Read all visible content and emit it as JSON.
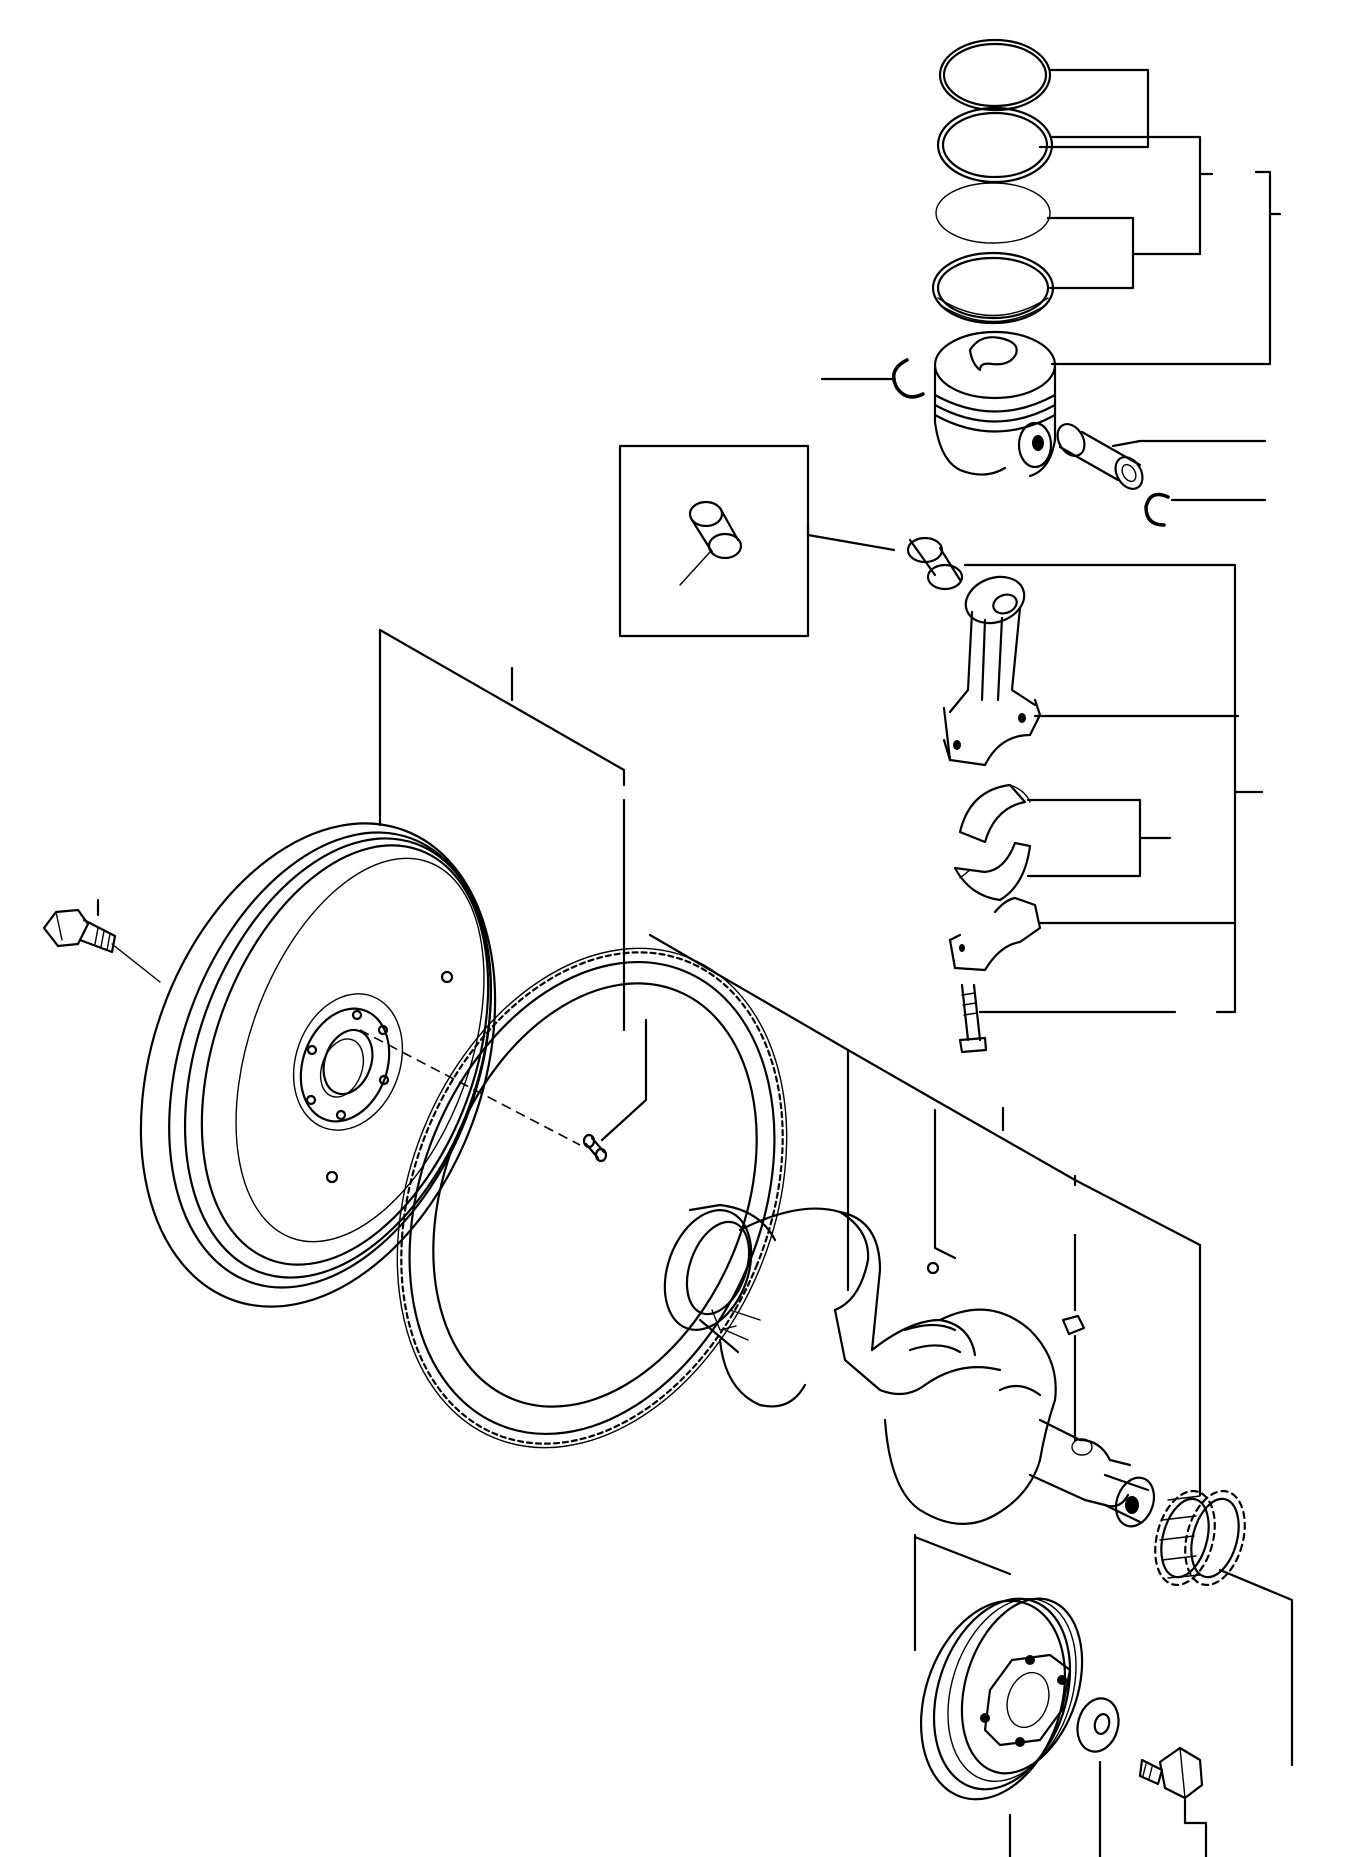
{
  "diagram": {
    "type": "exploded-parts-view",
    "line_color": "#000000",
    "background": "#ffffff",
    "parts": [
      "piston-ring-top",
      "piston-ring-second",
      "oil-ring-rail",
      "oil-ring",
      "piston",
      "piston-pin-snap-ring-left",
      "piston-pin",
      "piston-pin-snap-ring-right",
      "small-end-bushing",
      "small-end-bushing-detail",
      "connecting-rod",
      "rod-bearing-upper",
      "rod-bearing-lower",
      "rod-cap",
      "rod-bolt",
      "flywheel",
      "flywheel-bolt",
      "dowel-pin",
      "ring-gear",
      "crankshaft",
      "crankshaft-plug",
      "woodruff-key",
      "crankshaft-gear",
      "crankshaft-pulley",
      "pulley-washer",
      "pulley-bolt"
    ]
  }
}
